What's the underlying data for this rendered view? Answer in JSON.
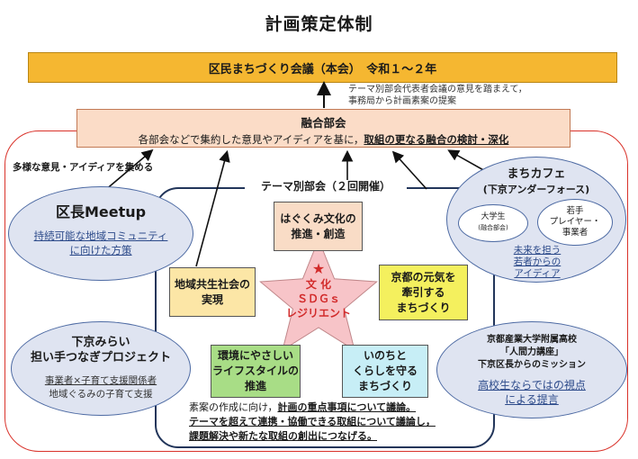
{
  "title": "計画策定体制",
  "council": "区民まちづくり会議（本会）　令和１～２年",
  "note": [
    "テーマ別部会代表者会議の意見を踏まえて，",
    "事務局から計画素案の提案"
  ],
  "fusion": {
    "title": "融合部会",
    "desc_plain": "各部会などで集約した意見やアイディアを基に，",
    "desc_underline": "取組の更なる融合の検討・深化"
  },
  "collect_label": "多様な意見・アイディアを集める",
  "theme_title": "テーマ別部会（２回開催）",
  "ward_meetup": {
    "title": "区長Meetup",
    "lines": [
      "持続可能な地域コミュニティ",
      "に向けた方策"
    ]
  },
  "project": {
    "title": [
      "下京みらい",
      "担い手つなぎプロジェクト"
    ],
    "lines": [
      "事業者×子育て支援関係者",
      "地域ぐるみの子育て支援"
    ]
  },
  "cafe": {
    "title": [
      "まちカフェ",
      "(下京アンダーフォース)"
    ],
    "bubble1": [
      "大学生",
      "(融合部会)"
    ],
    "bubble2": [
      "若手",
      "プレイヤー・",
      "事業者"
    ],
    "lines": [
      "未来を担う",
      "若者からの",
      "アイディア"
    ]
  },
  "hs": {
    "title": [
      "京都産業大学附属高校",
      "「人間力講座」",
      "下京区長からのミッション"
    ],
    "lines": [
      "高校生ならではの視点",
      "による提言"
    ]
  },
  "themes": {
    "t1": [
      "はぐくみ文化の",
      "推進・創造"
    ],
    "t2": [
      "地域共生社会の",
      "実現"
    ],
    "t3": [
      "京都の元気を",
      "牽引する",
      "まちづくり"
    ],
    "t4": [
      "環境にやさしい",
      "ライフスタイルの",
      "推進"
    ],
    "t5": [
      "いのちと",
      "くらしを守る",
      "まちづくり"
    ]
  },
  "star": {
    "symbol": "★",
    "lines": [
      "文 化",
      "ＳＤＧｓ",
      "レジリエント"
    ]
  },
  "bottom": {
    "l1_plain": "素案の作成に向け，",
    "l1_underline": "計画の重点事項について議論。",
    "l2": "テーマを超えて連携・協働できる取組について議論し，",
    "l3": "課題解決や新たな取組の創出につなげる。"
  },
  "colors": {
    "council": "#f5b731",
    "fusion": "#fbdcc7",
    "outer_border": "#d9322a",
    "theme_border": "#22355a",
    "ellipse": "#dfe4f1",
    "t1": "#f9dcc6",
    "t2": "#fce6a6",
    "t3": "#f4f05e",
    "t4": "#a8dd86",
    "t5": "#c7eef6",
    "star_fill": "#f7c4c8",
    "star_text": "#d22b2b"
  }
}
